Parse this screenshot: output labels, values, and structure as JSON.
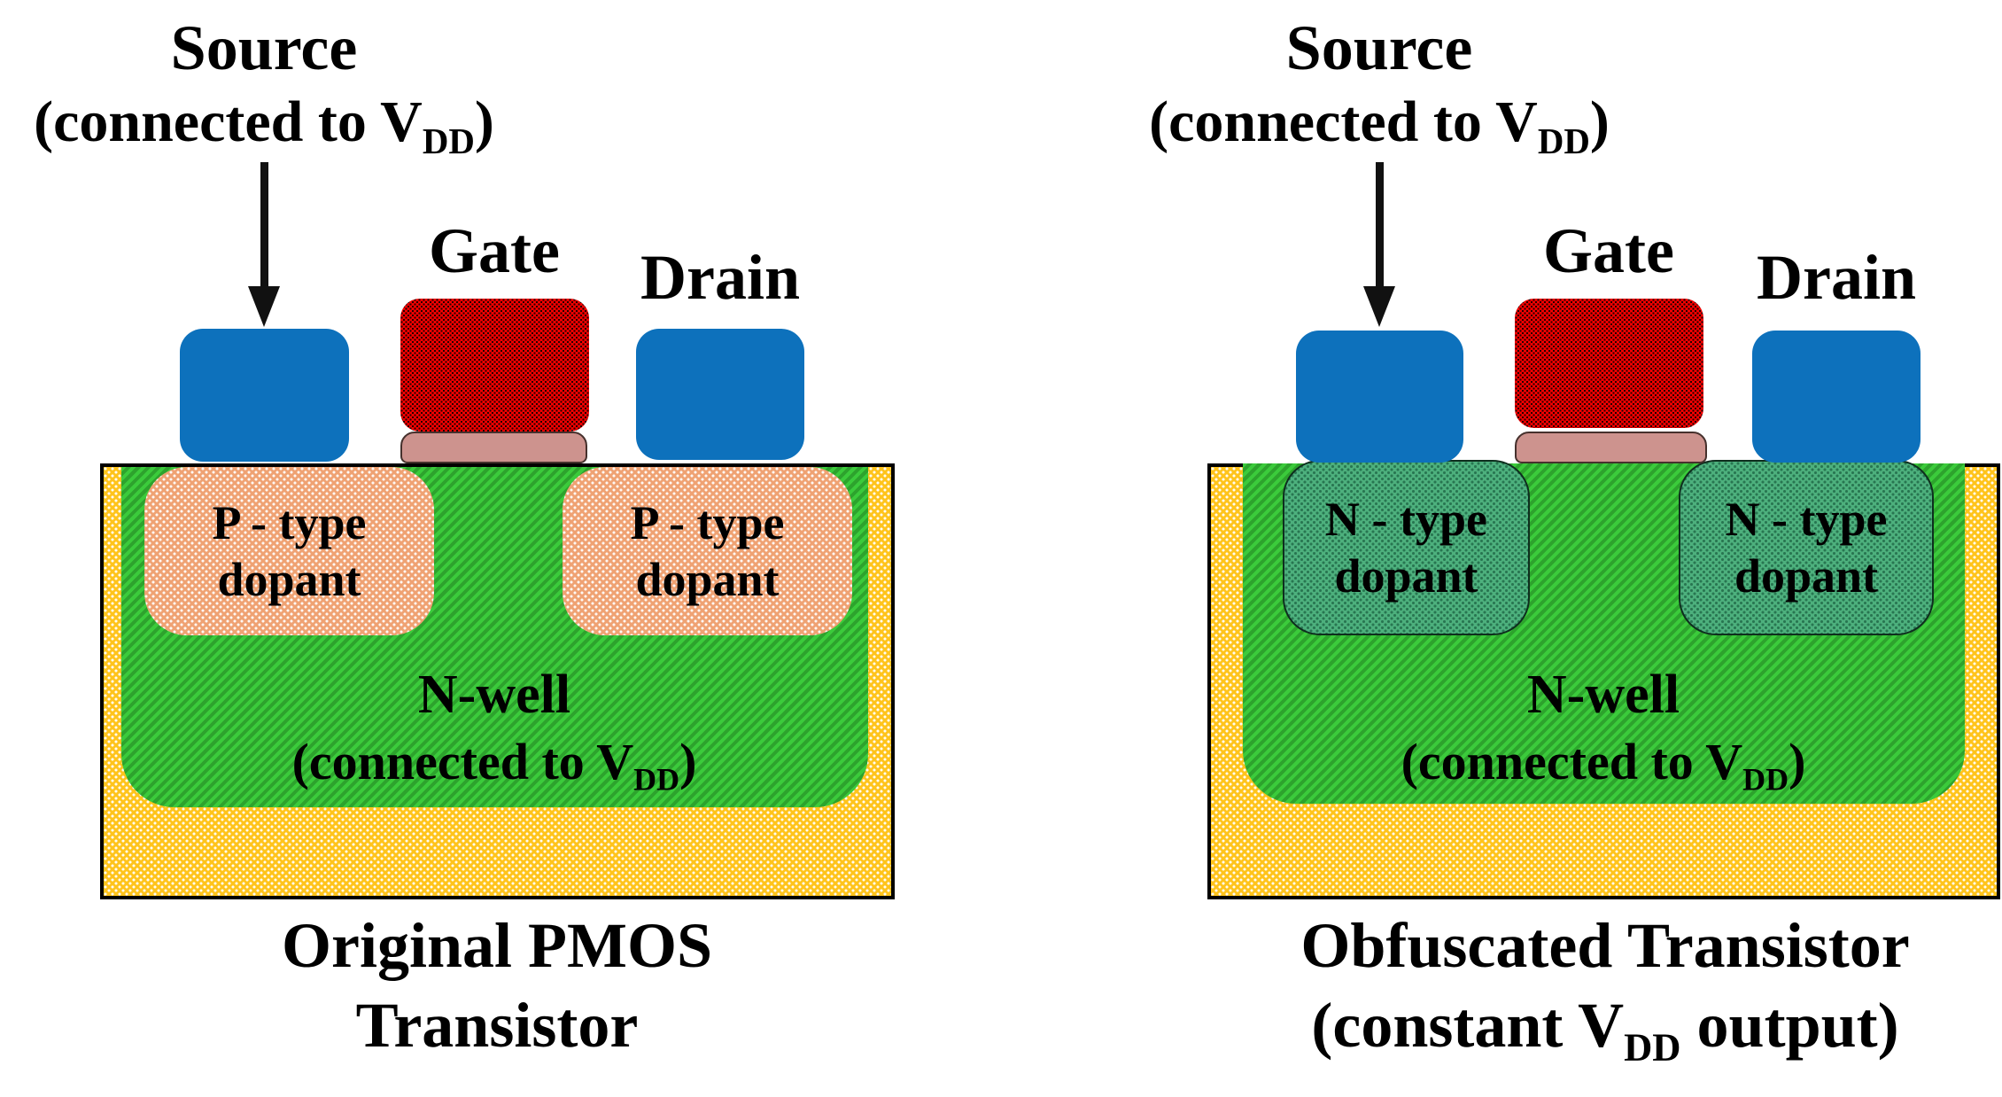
{
  "figure": {
    "description_left": "Original PMOS transistor cross-section",
    "description_right": "Obfuscated transistor cross-section"
  },
  "colors": {
    "blue": "#0d71bc",
    "red": "#f60000",
    "pink": "#cd938e",
    "peach": "#efa273",
    "nwell-light": "#3bcb3b",
    "nwell-dark": "#2da32d",
    "ndop": "#4db07d",
    "yellow": "#ffc41c",
    "ink": "#000000"
  },
  "left": {
    "source": {
      "l1": "Source",
      "l2a": "(connected to V",
      "l2b": "DD",
      "l2c": ")"
    },
    "gate": "Gate",
    "drain": "Drain",
    "dopant_left": {
      "l1": "P - type",
      "l2": "dopant"
    },
    "dopant_right": {
      "l1": "P - type",
      "l2": "dopant"
    },
    "nwell": {
      "l1": "N-well",
      "l2a": "(connected to V",
      "l2b": "DD",
      "l2c": ")"
    },
    "title": {
      "l1": "Original PMOS",
      "l2": "Transistor"
    }
  },
  "right": {
    "source": {
      "l1": "Source",
      "l2a": "(connected to V",
      "l2b": "DD",
      "l2c": ")"
    },
    "gate": "Gate",
    "drain": "Drain",
    "dopant_left": {
      "l1": "N - type",
      "l2": "dopant"
    },
    "dopant_right": {
      "l1": "N - type",
      "l2": "dopant"
    },
    "nwell": {
      "l1": "N-well",
      "l2a": "(connected to V",
      "l2b": "DD",
      "l2c": ")"
    },
    "title": {
      "l1": "Obfuscated Transistor",
      "l2a": "(constant V",
      "l2b": "DD",
      "l2c": " output)"
    }
  }
}
